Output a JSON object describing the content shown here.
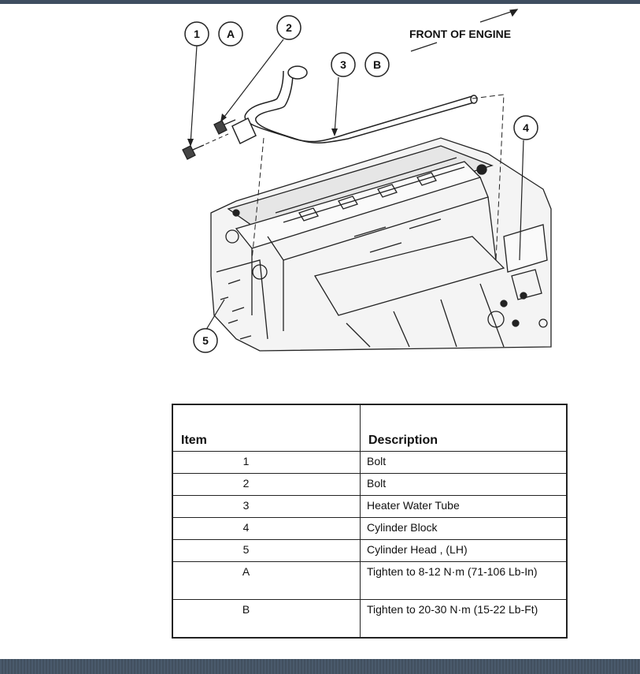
{
  "diagram": {
    "front_label": "FRONT OF ENGINE",
    "callouts": [
      "1",
      "A",
      "2",
      "3",
      "B",
      "4",
      "5"
    ]
  },
  "table": {
    "headers": {
      "item": "Item",
      "description": "Description"
    },
    "rows": [
      {
        "item": "1",
        "description": "Bolt"
      },
      {
        "item": "2",
        "description": "Bolt"
      },
      {
        "item": "3",
        "description": "Heater Water Tube"
      },
      {
        "item": "4",
        "description": "Cylinder Block"
      },
      {
        "item": "5",
        "description": "Cylinder Head , (LH)"
      },
      {
        "item": "A",
        "description": "Tighten to 8-12 N·m (71-106 Lb-In)"
      },
      {
        "item": "B",
        "description": "Tighten to 20-30 N·m (15-22 Lb-Ft)"
      }
    ]
  }
}
